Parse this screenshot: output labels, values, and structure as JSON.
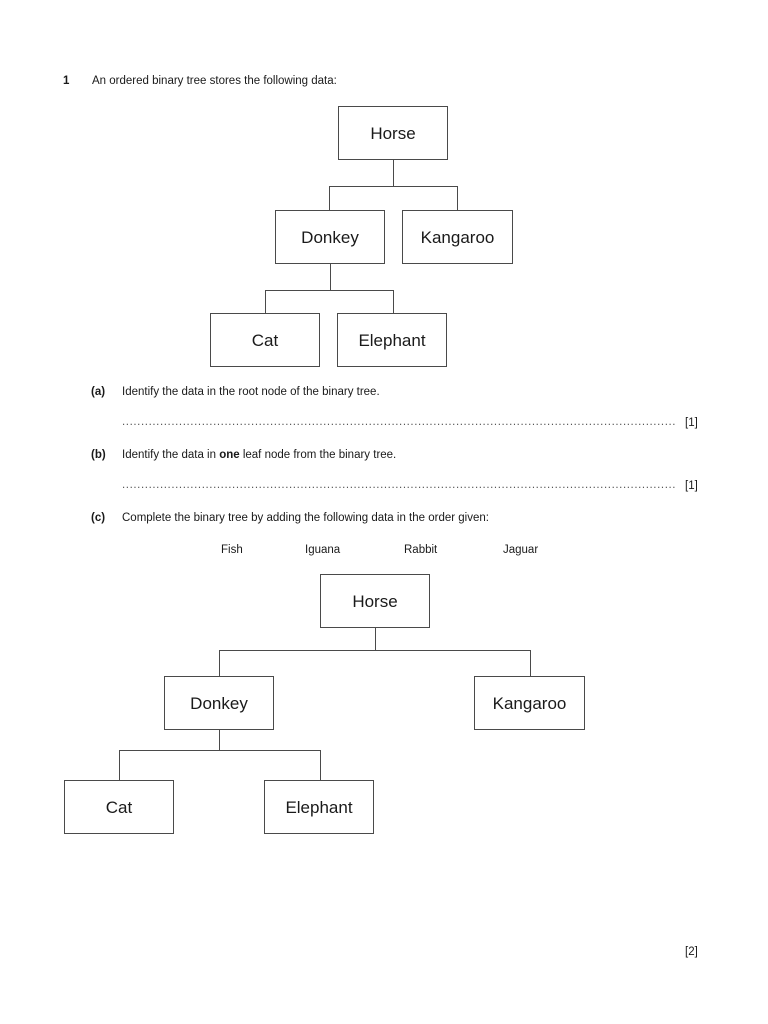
{
  "question": {
    "number": "1",
    "stem": "An ordered binary tree stores the following data:"
  },
  "tree_top": {
    "nodes": {
      "root": "Horse",
      "left": "Donkey",
      "right": "Kangaroo",
      "left_left": "Cat",
      "left_right": "Elephant"
    }
  },
  "parts": {
    "a": {
      "label": "(a)",
      "text": "Identify the data in the root node of the binary tree.",
      "answer_line": "................................................................................................................................................................",
      "marks": "[1]"
    },
    "b": {
      "label": "(b)",
      "text_before": "Identify the data in ",
      "text_bold": "one",
      "text_after": " leaf node from the binary tree.",
      "answer_line": "................................................................................................................................................................",
      "marks": "[1]"
    },
    "c": {
      "label": "(c)",
      "text": "Complete the binary tree by adding the following data in the order given:",
      "data_items": [
        "Fish",
        "Iguana",
        "Rabbit",
        "Jaguar"
      ],
      "marks": "[2]"
    }
  },
  "tree_bottom": {
    "nodes": {
      "root": "Horse",
      "left": "Donkey",
      "right": "Kangaroo",
      "left_left": "Cat",
      "left_right": "Elephant"
    }
  },
  "colors": {
    "page_background": "#ffffff",
    "text": "#1a1a1a",
    "node_border": "#4a4a4a",
    "dots": "#555555"
  }
}
